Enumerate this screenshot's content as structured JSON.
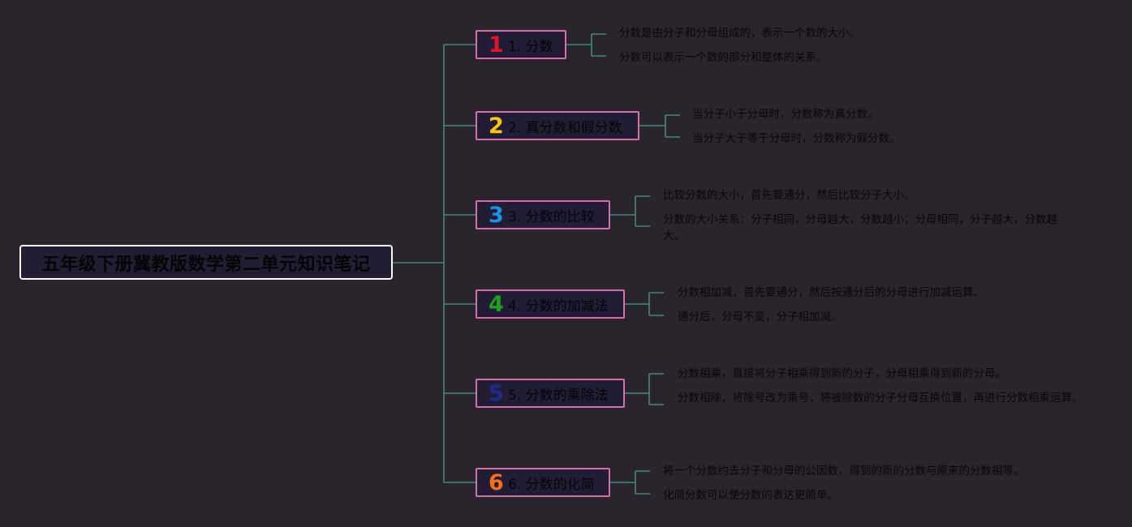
{
  "root": {
    "title": "五年级下册冀教版数学第二单元知识笔记"
  },
  "colors": {
    "background": "#2a252d",
    "connector": "#3f8a7c",
    "branch_border": "#d46fa8",
    "node_fill": "#221d35",
    "root_border": "#ffffff"
  },
  "branches": [
    {
      "icon_number": "1",
      "icon_color": "#e0142a",
      "label": "1. 分数",
      "notes": [
        "分数是由分子和分母组成的，表示一个数的大小。",
        "分数可以表示一个数的部分和整体的关系。"
      ]
    },
    {
      "icon_number": "2",
      "icon_color": "#f5c518",
      "label": "2. 真分数和假分数",
      "notes": [
        "当分子小于分母时，分数称为真分数。",
        "当分子大于等于分母时，分数称为假分数。"
      ]
    },
    {
      "icon_number": "3",
      "icon_color": "#1e90e6",
      "label": "3. 分数的比较",
      "notes": [
        "比较分数的大小，首先要通分，然后比较分子大小。",
        "分数的大小关系：分子相同，分母越大，分数越小；分母相同，分子越大，分数越大。"
      ]
    },
    {
      "icon_number": "4",
      "icon_color": "#1fa31f",
      "label": "4. 分数的加减法",
      "notes": [
        "分数相加减，首先要通分，然后按通分后的分母进行加减运算。",
        "通分后，分母不变，分子相加减。"
      ]
    },
    {
      "icon_number": "5",
      "icon_color": "#1b2a8c",
      "label": "5. 分数的乘除法",
      "notes": [
        "分数相乘，直接将分子相乘得到新的分子，分母相乘得到新的分母。",
        "分数相除，将除号改为乘号，将被除数的分子分母互换位置，再进行分数相乘运算。"
      ]
    },
    {
      "icon_number": "6",
      "icon_color": "#f2701a",
      "label": "6. 分数的化简",
      "notes": [
        "将一个分数约去分子和分母的公因数，得到的新的分数与原来的分数相等。",
        "化简分数可以使分数的表达更简单。"
      ]
    }
  ]
}
